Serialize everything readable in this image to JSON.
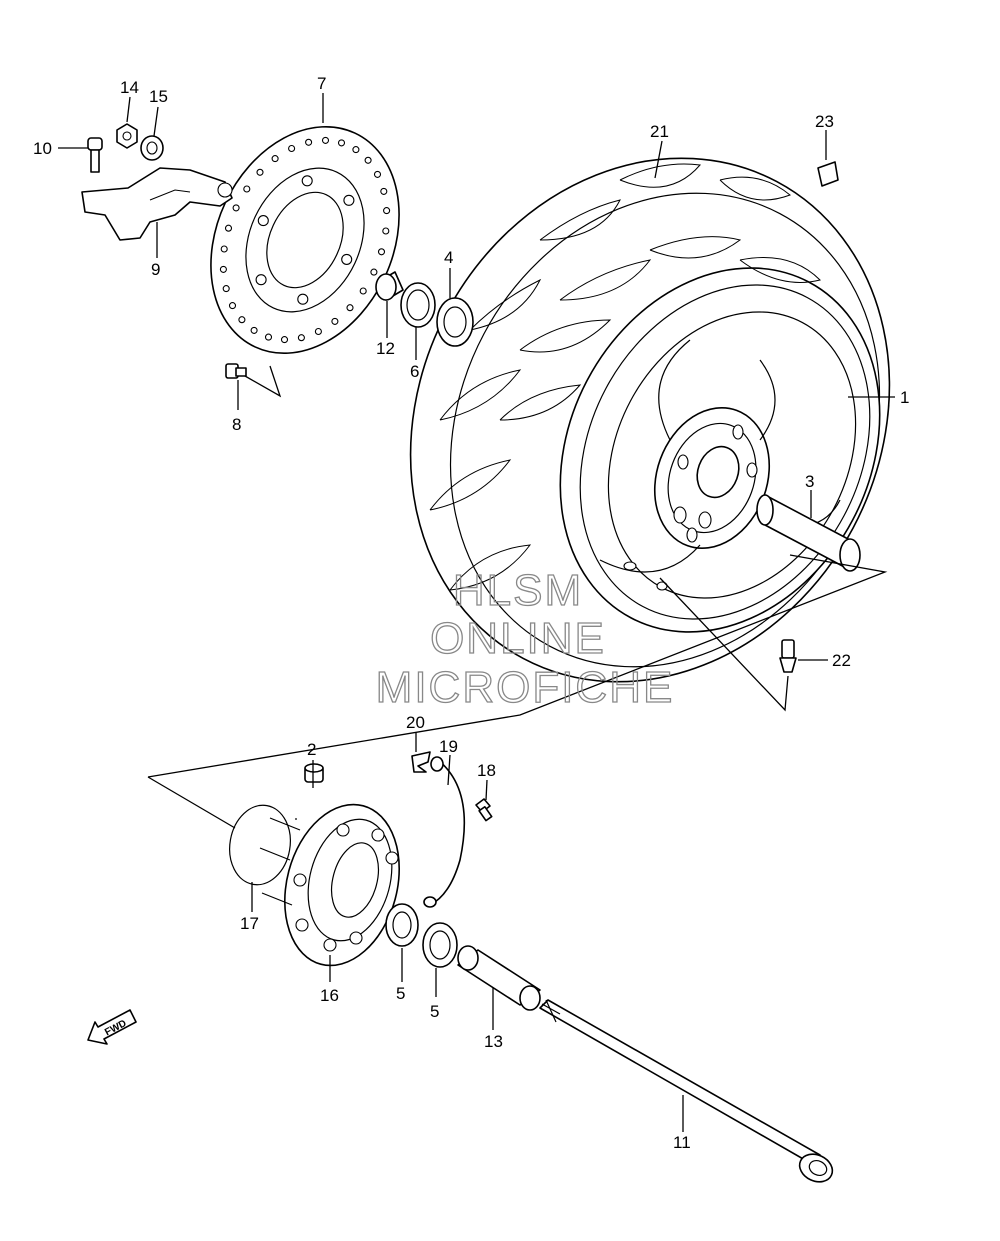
{
  "watermark": {
    "line1": "HLSM",
    "line2": "ONLINE",
    "line3": "MICROFICHE"
  },
  "fwd_label": "FWD",
  "callouts": {
    "p1": "1",
    "p2": "2",
    "p3": "3",
    "p4": "4",
    "p5a": "5",
    "p5b": "5",
    "p6": "6",
    "p7": "7",
    "p8": "8",
    "p9": "9",
    "p10": "10",
    "p11": "11",
    "p12": "12",
    "p13": "13",
    "p14": "14",
    "p15": "15",
    "p16": "16",
    "p17": "17",
    "p18": "18",
    "p19": "19",
    "p20": "20",
    "p21": "21",
    "p22": "22",
    "p23": "23"
  }
}
